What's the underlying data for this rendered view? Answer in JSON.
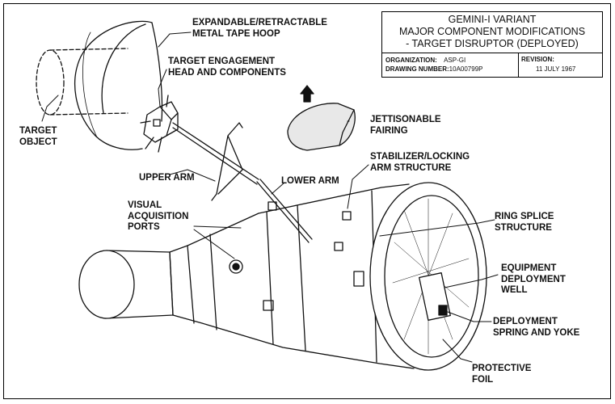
{
  "title_block": {
    "title_lines": [
      "GEMINI-I VARIANT",
      "MAJOR COMPONENT MODIFICATIONS",
      "- TARGET DISRUPTOR (DEPLOYED)"
    ],
    "organization_label": "ORGANIZATION:",
    "organization_value": "ASP-GI",
    "drawing_number_label": "DRAWING NUMBER:",
    "drawing_number_value": "10A00799P",
    "revision_label": "REVISION:",
    "revision_value": "11 JULY 1967"
  },
  "labels": {
    "hoop": [
      "EXPANDABLE/RETRACTABLE",
      "METAL TAPE HOOP"
    ],
    "engagement_head": [
      "TARGET ENGAGEMENT",
      "HEAD AND COMPONENTS"
    ],
    "target_object": [
      "TARGET",
      "OBJECT"
    ],
    "jettisonable_fairing": [
      "JETTISONABLE",
      "FAIRING"
    ],
    "upper_arm": [
      "UPPER ARM"
    ],
    "lower_arm": [
      "LOWER ARM"
    ],
    "stabilizer": [
      "STABILIZER/LOCKING",
      "ARM STRUCTURE"
    ],
    "visual_ports": [
      "VISUAL",
      "ACQUISITION",
      "PORTS"
    ],
    "ring_splice": [
      "RING SPLICE",
      "STRUCTURE"
    ],
    "equipment_well": [
      "EQUIPMENT",
      "DEPLOYMENT",
      "WELL"
    ],
    "deployment_spring": [
      "DEPLOYMENT",
      "SPRING AND YOKE"
    ],
    "protective_foil": [
      "PROTECTIVE",
      "FOIL"
    ]
  },
  "colors": {
    "ink": "#111111",
    "paper": "#ffffff",
    "shade": "#d9d9d9"
  }
}
